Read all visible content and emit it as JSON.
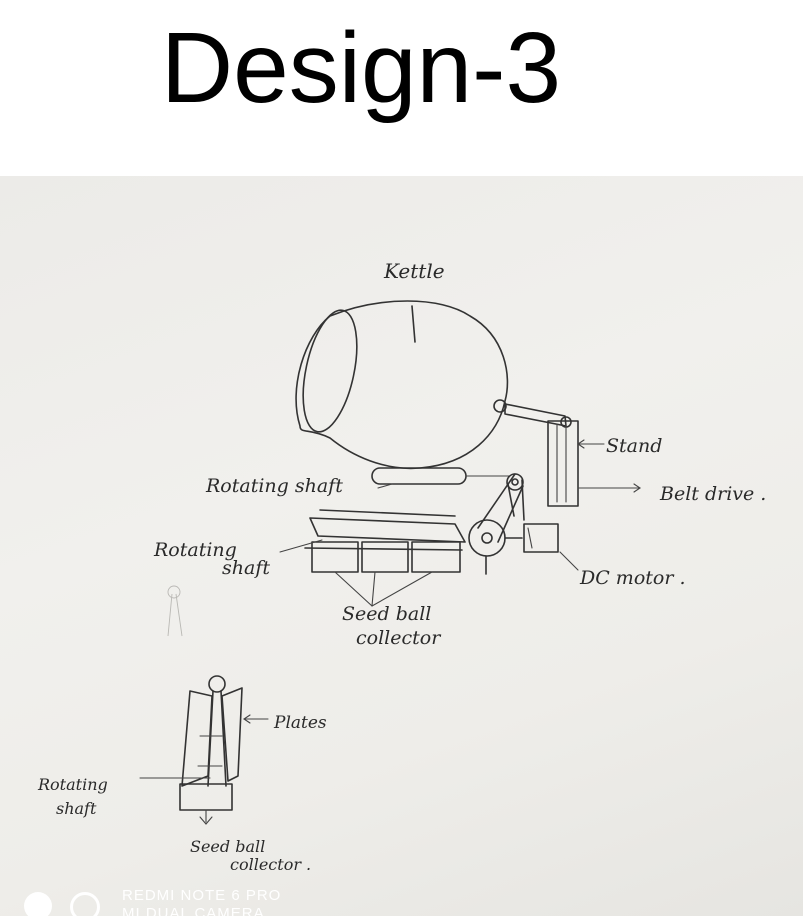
{
  "title": "Design-3",
  "labels": {
    "kettle": "Kettle",
    "stand": "Stand",
    "belt_drive": "Belt drive .",
    "rotating_shaft_top": "Rotating shaft",
    "rotating_shaft_mid_1": "Rotating",
    "rotating_shaft_mid_2": "shaft",
    "dc_motor": "DC motor .",
    "seed_ball_collector_1": "Seed ball",
    "seed_ball_collector_2": "collector",
    "plates": "Plates",
    "rotating_shaft_bottom_1": "Rotating",
    "rotating_shaft_bottom_2": "shaft",
    "seed_ball_collector_bottom_1": "Seed ball",
    "seed_ball_collector_bottom_2": "collector ."
  },
  "watermark": {
    "line1": "REDMI NOTE 6 PRO",
    "line2": "MI DUAL CAMERA"
  },
  "colors": {
    "background": "#ffffff",
    "paper": "#eeede9",
    "ink": "#333333",
    "title": "#000000"
  }
}
